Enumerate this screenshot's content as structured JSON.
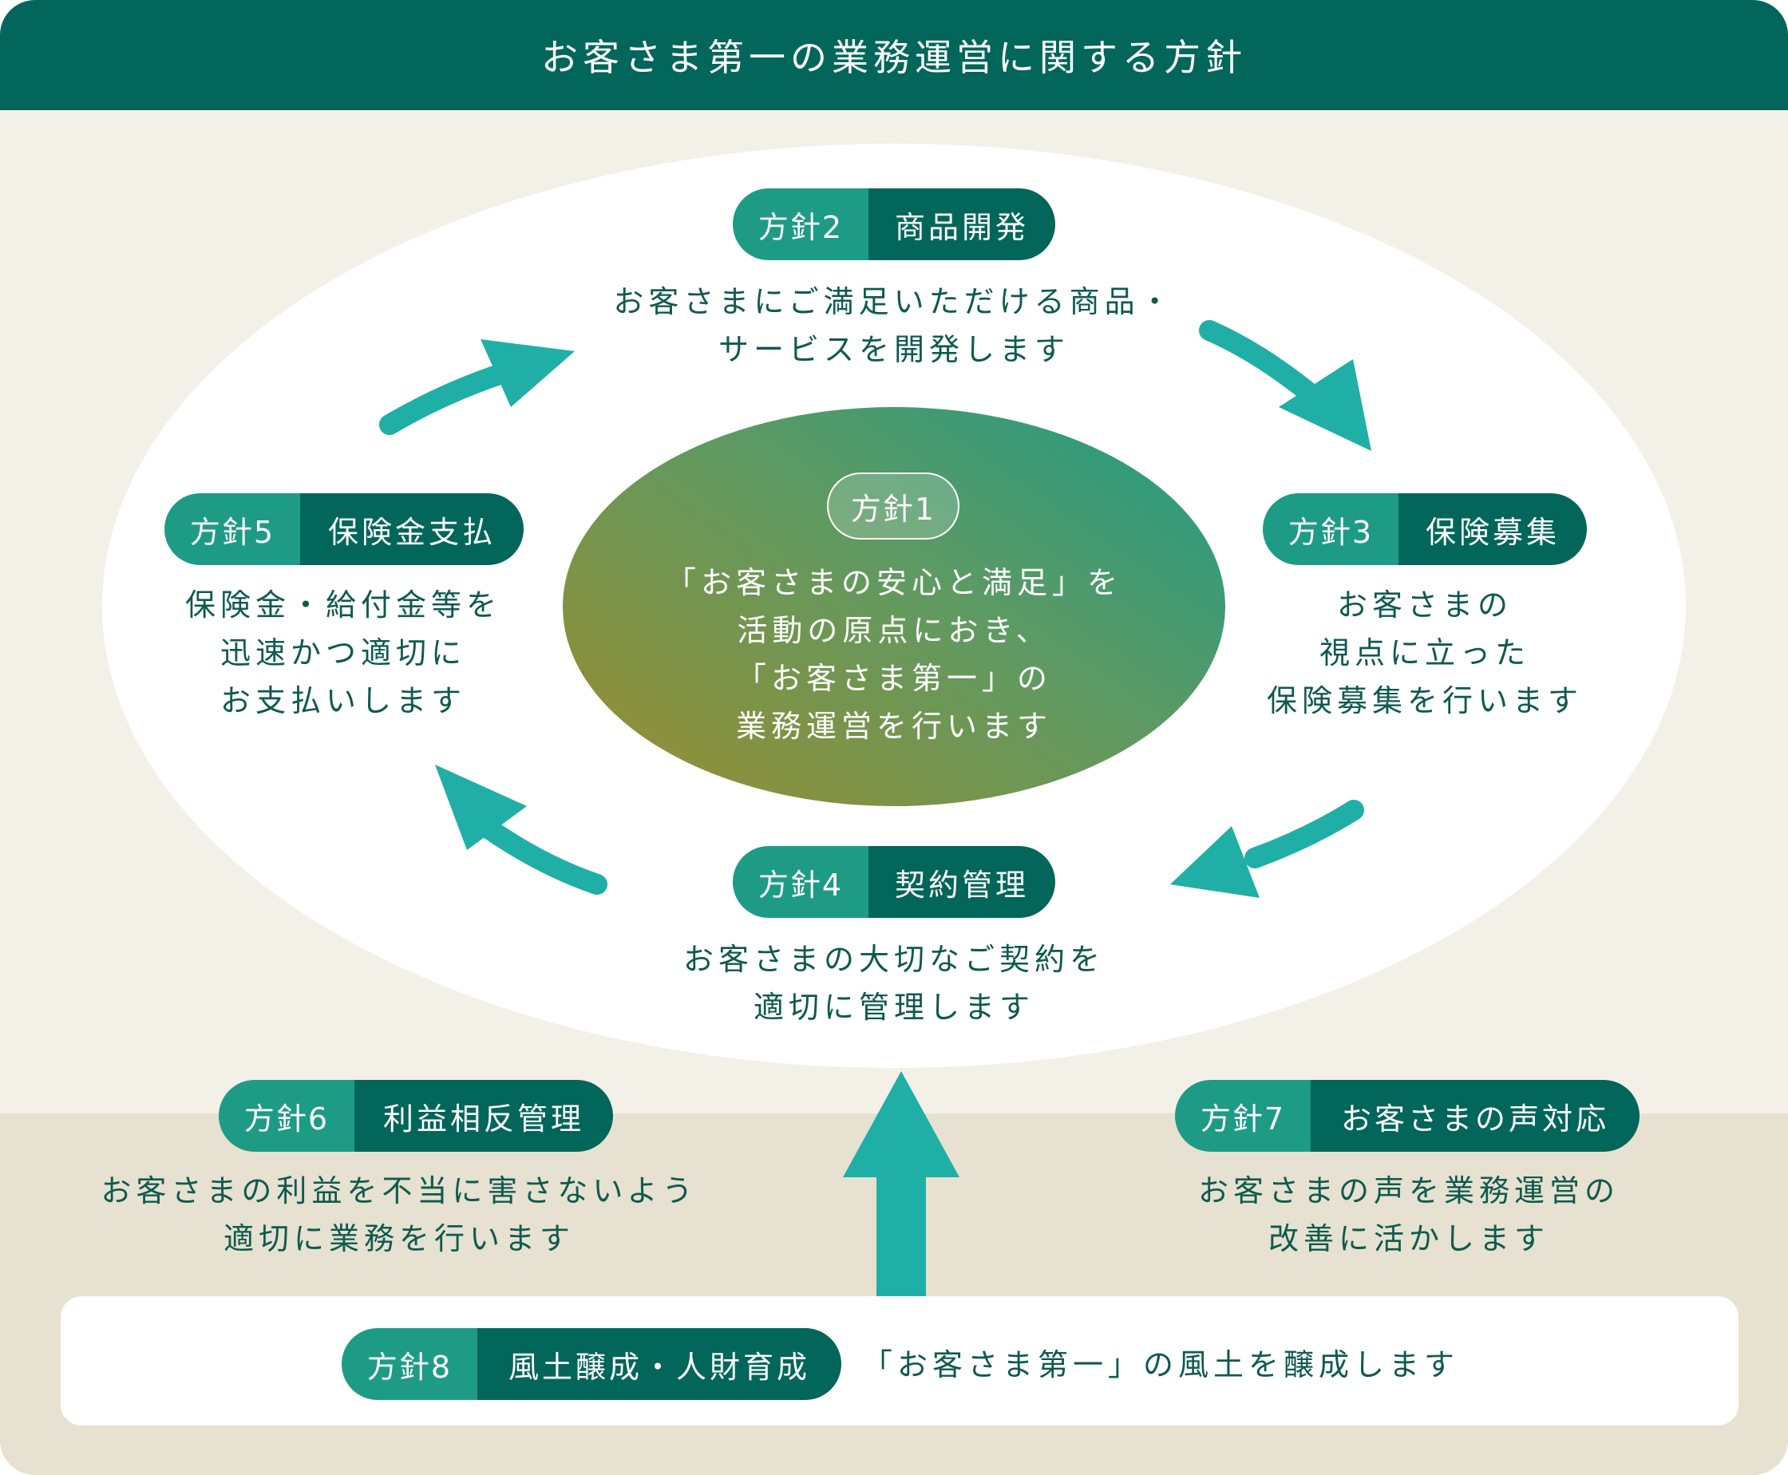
{
  "header": {
    "title": "お客さま第一の業務運営に関する方針"
  },
  "policy1": {
    "label": "方針1",
    "lines": [
      "「お客さまの安心と満足」を",
      "活動の原点におき、",
      "「お客さま第一」の",
      "業務運営を行います"
    ]
  },
  "policy2": {
    "label": "方針2",
    "name": "商品開発",
    "lines": [
      "お客さまにご満足いただける商品・",
      "サービスを開発します"
    ]
  },
  "policy3": {
    "label": "方針3",
    "name": "保険募集",
    "lines": [
      "お客さまの",
      "視点に立った",
      "保険募集を行います"
    ]
  },
  "policy4": {
    "label": "方針4",
    "name": "契約管理",
    "lines": [
      "お客さまの大切なご契約を",
      "適切に管理します"
    ]
  },
  "policy5": {
    "label": "方針5",
    "name": "保険金支払",
    "lines": [
      "保険金・給付金等を",
      "迅速かつ適切に",
      "お支払いします"
    ]
  },
  "policy6": {
    "label": "方針6",
    "name": "利益相反管理",
    "lines": [
      "お客さまの利益を不当に害さないよう",
      "適切に業務を行います"
    ]
  },
  "policy7": {
    "label": "方針7",
    "name": "お客さまの声対応",
    "lines": [
      "お客さまの声を業務運営の",
      "改善に活かします"
    ]
  },
  "policy8": {
    "label": "方針8",
    "name": "風土醸成・人財育成",
    "text": "「お客さま第一」の風土を醸成します"
  },
  "colors": {
    "header": "#02665a",
    "pill_number": "#1e9b85",
    "pill_name": "#02665a",
    "arrow": "#1fafa6",
    "text": "#0f5a4f",
    "background_top": "#f3f0e8",
    "background_bottom": "#e6e1d0"
  }
}
